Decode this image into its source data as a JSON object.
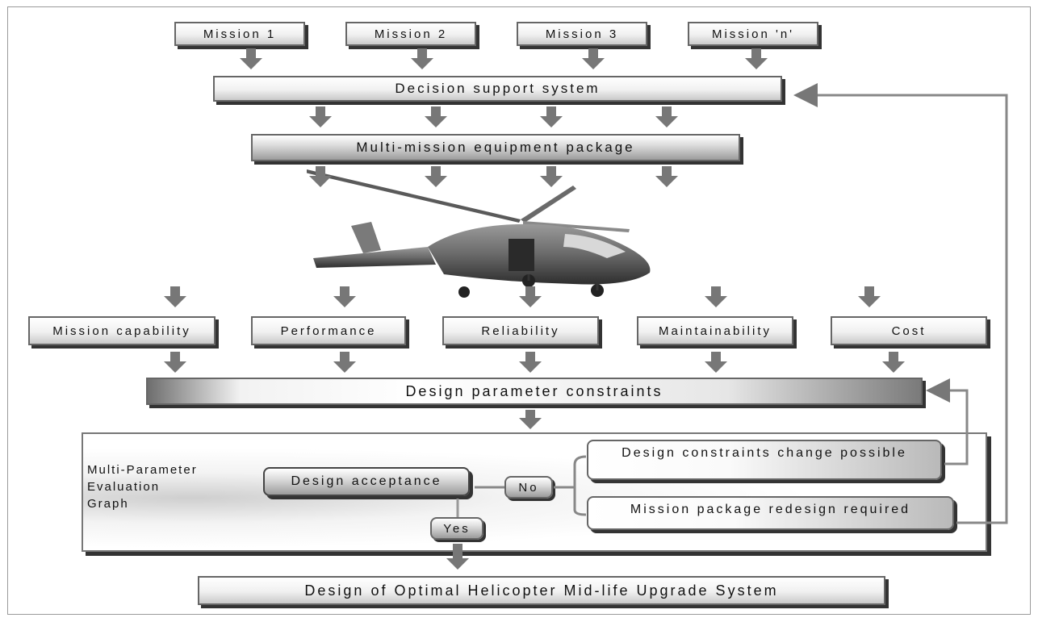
{
  "missions": [
    "Mission 1",
    "Mission 2",
    "Mission 3",
    "Mission 'n'"
  ],
  "decision_support": "Decision support system",
  "equipment_package": "Multi-mission equipment package",
  "criteria": [
    "Mission capability",
    "Performance",
    "Reliability",
    "Maintainability",
    "Cost"
  ],
  "design_constraints": "Design parameter constraints",
  "evaluation": {
    "label_lines": [
      "Multi-Parameter",
      "Evaluation",
      "Graph"
    ],
    "acceptance": "Design acceptance",
    "no": "No",
    "yes": "Yes",
    "constraints_change": "Design constraints change possible",
    "redesign": "Mission package redesign required"
  },
  "final_output": "Design of Optimal Helicopter Mid-life Upgrade System"
}
